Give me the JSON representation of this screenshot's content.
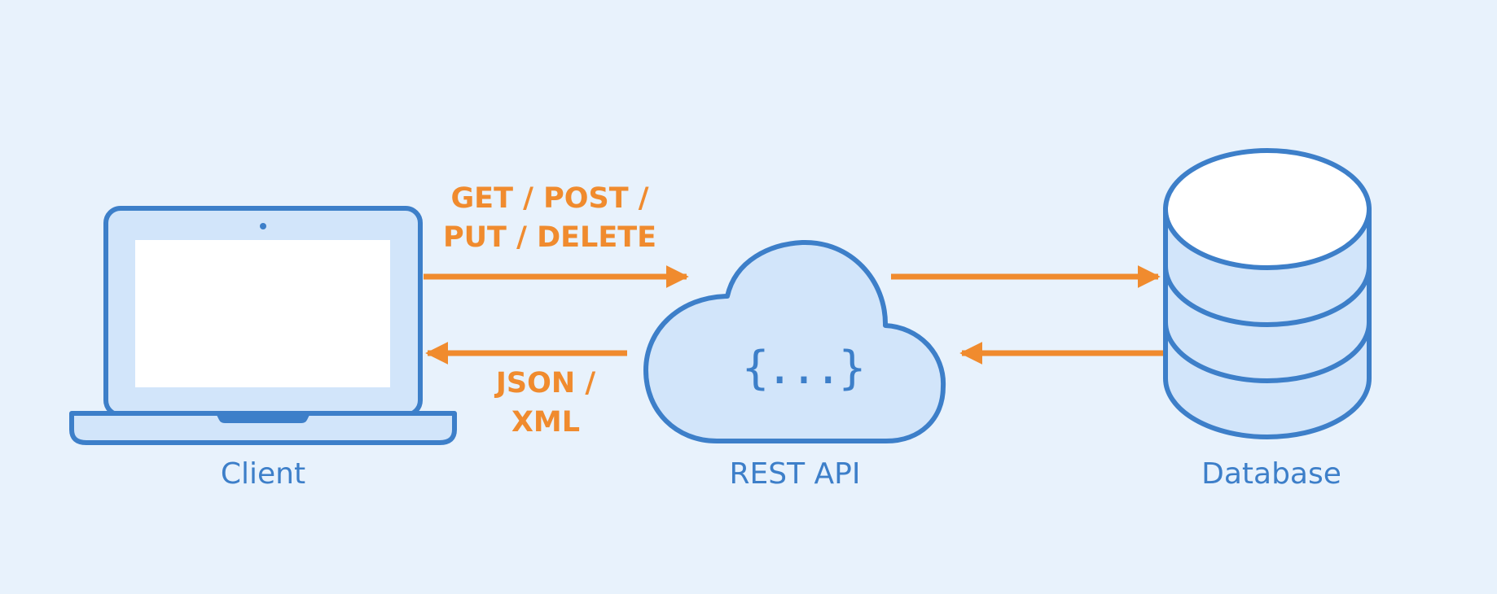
{
  "nodes": {
    "client": {
      "label": "Client",
      "icon": "laptop-icon"
    },
    "api": {
      "label": "REST API",
      "icon": "cloud-icon",
      "glyph": "{...}"
    },
    "database": {
      "label": "Database",
      "icon": "database-icon"
    }
  },
  "edges": {
    "request": {
      "line1": "GET / POST /",
      "line2": "PUT / DELETE",
      "direction": "client-to-api"
    },
    "response": {
      "line1": "JSON /",
      "line2": "XML",
      "direction": "api-to-client"
    },
    "api_to_db": {
      "direction": "api-to-database"
    },
    "db_to_api": {
      "direction": "database-to-api"
    }
  },
  "colors": {
    "background": "#e8f2fc",
    "stroke": "#3d7fc9",
    "fill_light": "#d2e5fa",
    "fill_white": "#ffffff",
    "arrow": "#f08b2e"
  }
}
